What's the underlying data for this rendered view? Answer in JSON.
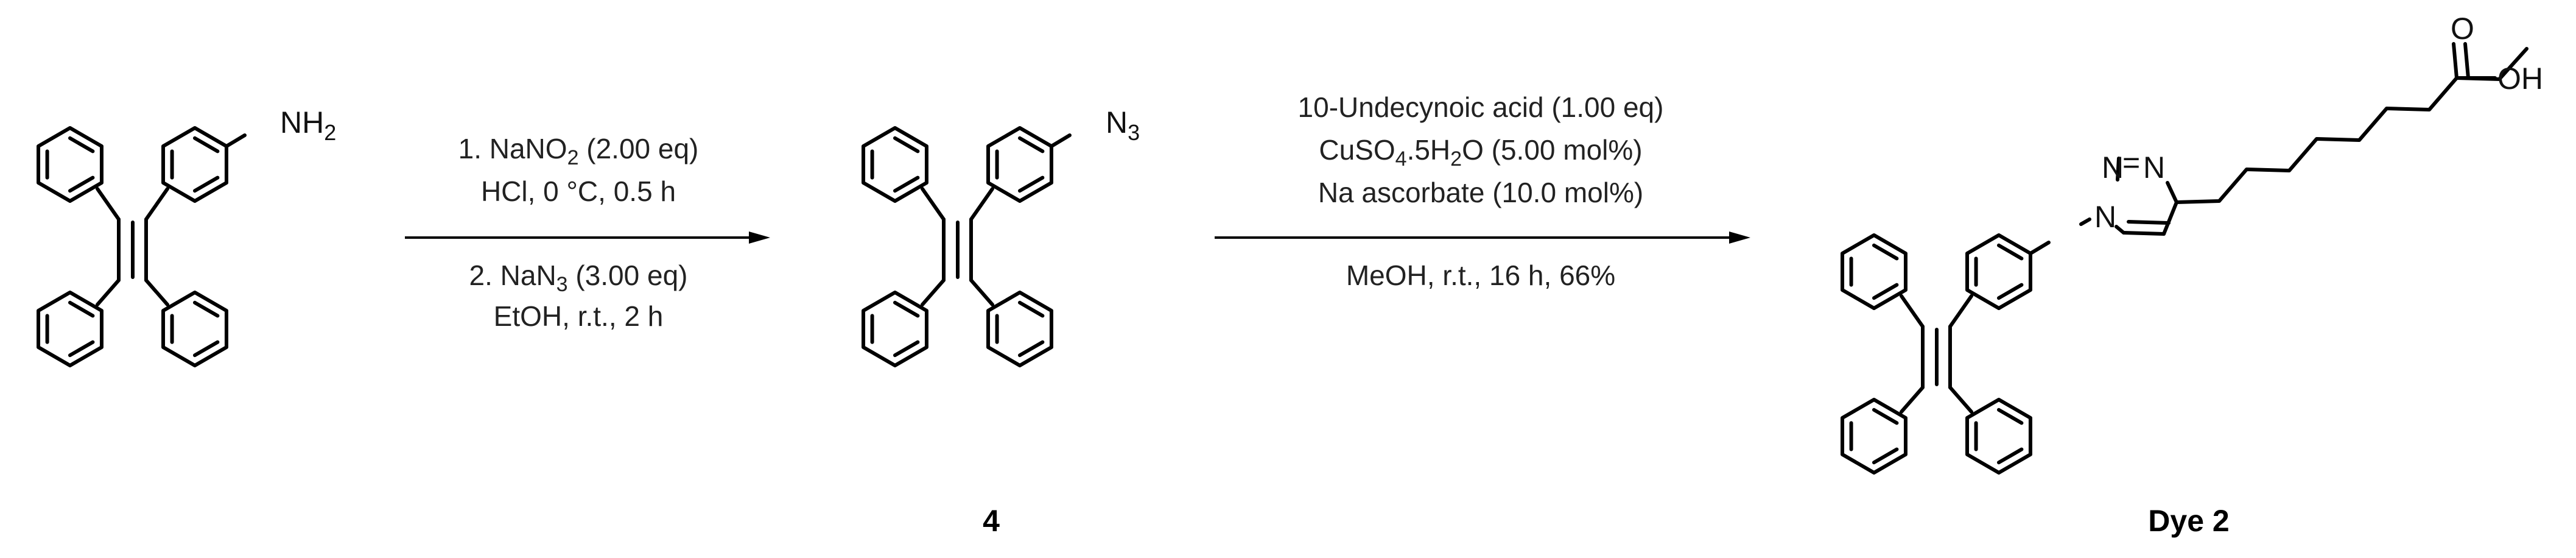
{
  "compounds": {
    "starting_material": {
      "label": "",
      "substituent": {
        "main": "NH",
        "sub": "2"
      }
    },
    "intermediate": {
      "label": "4",
      "substituent": {
        "main": "N",
        "sub": "3"
      }
    },
    "product": {
      "label": "Dye 2",
      "triazole": {
        "n_top_left": "N",
        "n_top_right": "N",
        "n_bottom": "N",
        "eq": "="
      },
      "acid": {
        "carbonyl_o": "O",
        "hydroxyl": "OH"
      }
    }
  },
  "step1": {
    "above": [
      {
        "pre": "1. NaNO",
        "sub": "2",
        "post": " (2.00 eq)"
      },
      {
        "text": "HCl, 0 °C, 0.5 h"
      }
    ],
    "below": [
      {
        "pre": "2. NaN",
        "sub": "3",
        "post": " (3.00 eq)"
      },
      {
        "text": "EtOH, r.t., 2 h"
      }
    ]
  },
  "step2": {
    "above": [
      {
        "text": "10-Undecynoic acid (1.00 eq)"
      },
      {
        "pre": "CuSO",
        "sub": "4",
        "mid": ".5H",
        "sub2": "2",
        "post": "O (5.00 mol%)"
      },
      {
        "text": "Na ascorbate (10.0 mol%)"
      }
    ],
    "below": [
      {
        "text": "MeOH, r.t., 16 h, 66%"
      }
    ]
  }
}
